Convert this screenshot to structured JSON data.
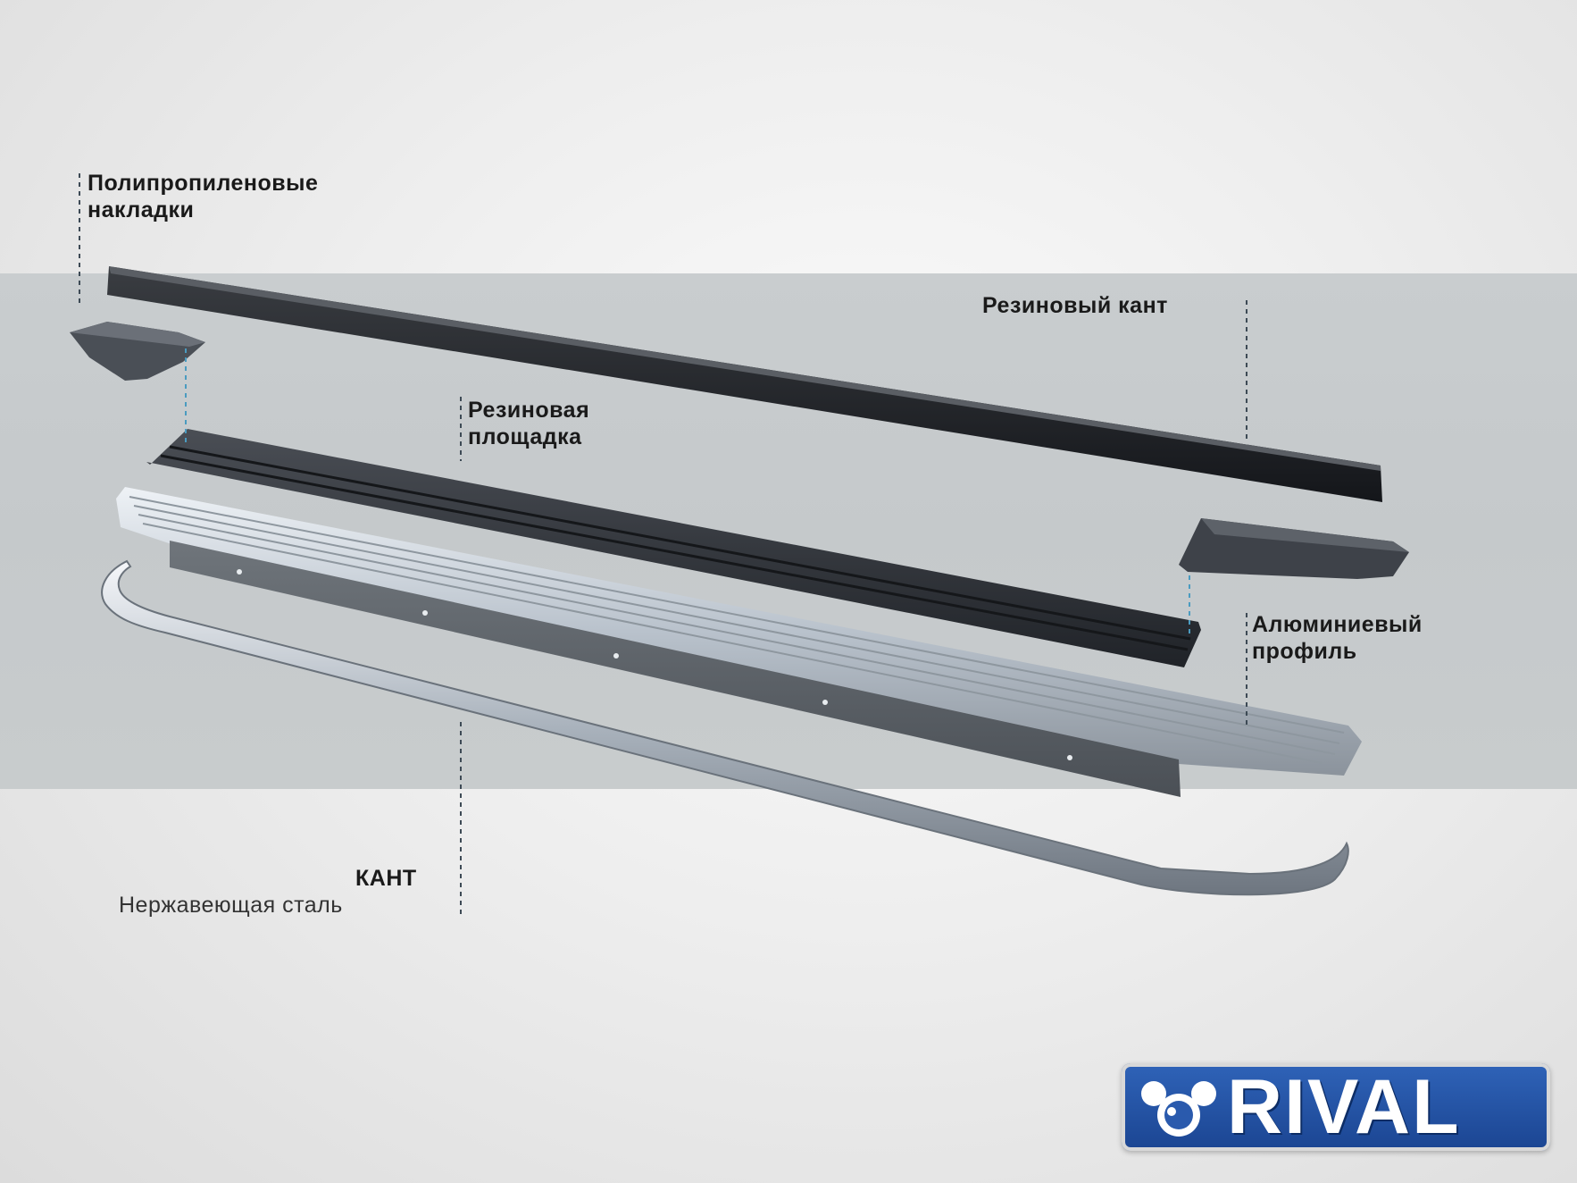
{
  "labels": {
    "polypropylene_covers": {
      "line1": "Полипропиленовые",
      "line2": "накладки"
    },
    "rubber_edge": "Резиновый кант",
    "rubber_pad": {
      "line1": "Резиновая",
      "line2": "площадка"
    },
    "aluminum_profile": {
      "line1": "Алюминиевый",
      "line2": "профиль"
    },
    "trim": {
      "title": "КАНТ",
      "subtitle": "Нержавеющая сталь"
    }
  },
  "logo": {
    "text": "RIVAL",
    "color": "#2a5aad"
  }
}
